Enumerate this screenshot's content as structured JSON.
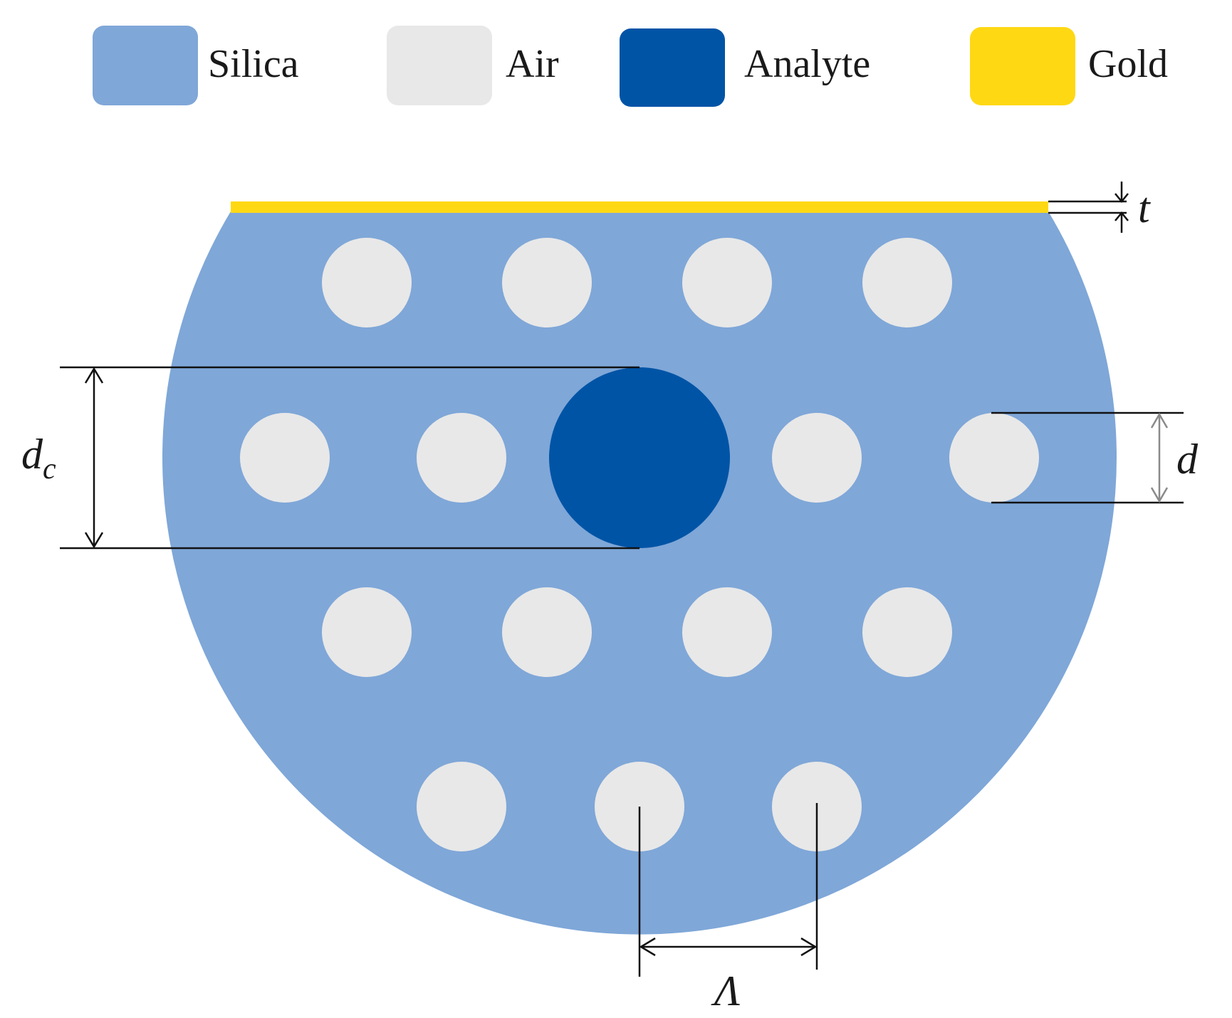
{
  "legend": [
    {
      "label": "Silica",
      "color": "#7fa7d8"
    },
    {
      "label": "Air",
      "color": "#e8e8e8"
    },
    {
      "label": "Analyte",
      "color": "#0054a6"
    },
    {
      "label": "Gold",
      "color": "#ffd814"
    }
  ],
  "colors": {
    "silica": "#7fa7d8",
    "air": "#e8e8e8",
    "analyte": "#0054a6",
    "gold": "#ffd814",
    "dimension_line": "#111111"
  },
  "dimensions": {
    "gold_thickness": "t",
    "core_diameter": "d",
    "core_diameter_sub": "c",
    "air_hole_diameter": "d",
    "pitch": "Λ"
  },
  "air_hole_rows": [
    4,
    4,
    4,
    3
  ]
}
